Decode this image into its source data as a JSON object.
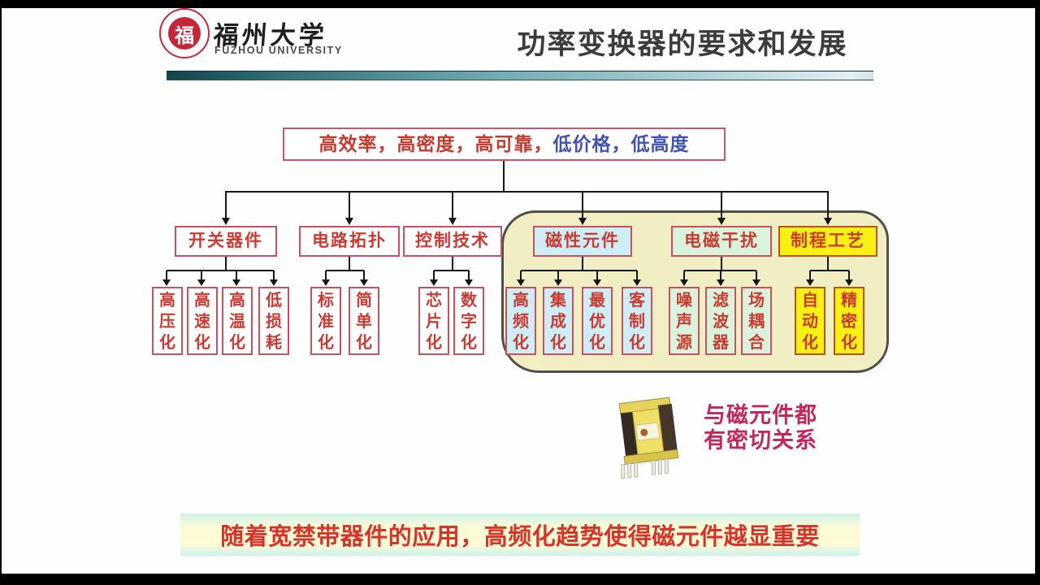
{
  "header": {
    "seal_char": "福",
    "university_cn": "福州大学",
    "university_en": "FUZHOU UNIVERSITY",
    "title": "功率变换器的要求和发展"
  },
  "tree": {
    "root": {
      "red_part": "高效率，高密度，高可靠，",
      "blue_part": "低价格，低高度"
    },
    "branches": [
      {
        "label": "开关器件",
        "children": [
          "高压化",
          "高速化",
          "高温化",
          "低损耗"
        ]
      },
      {
        "label": "电路拓扑",
        "children": [
          "标准化",
          "简单化"
        ]
      },
      {
        "label": "控制技术",
        "children": [
          "芯片化",
          "数字化"
        ]
      },
      {
        "label": "磁性元件",
        "children": [
          "高频化",
          "集成化",
          "最优化",
          "客制化"
        ]
      },
      {
        "label": "电磁干扰",
        "children": [
          "噪声源",
          "滤波器",
          "场耦合"
        ]
      },
      {
        "label": "制程工艺",
        "children": [
          "自动化",
          "精密化"
        ]
      }
    ]
  },
  "note": {
    "line1": "与磁元件都",
    "line2": "有密切关系"
  },
  "footer_banner": "随着宽禁带器件的应用，高频化趋势使得磁元件越显重要",
  "colors": {
    "accent_red": "#c43a2e",
    "accent_blue": "#4053b4",
    "box_border": "#c8515f",
    "cyan_box_bg": "#cdeef7",
    "green_box_bg": "#d9f3dc",
    "yellow_box_bg": "#f9f014",
    "blob_bg": "#f1eec3",
    "note_text": "#c2265f",
    "banner_text": "#d4342a",
    "teal_bar_dark": "#12454b",
    "seal_red": "#c5273a"
  }
}
